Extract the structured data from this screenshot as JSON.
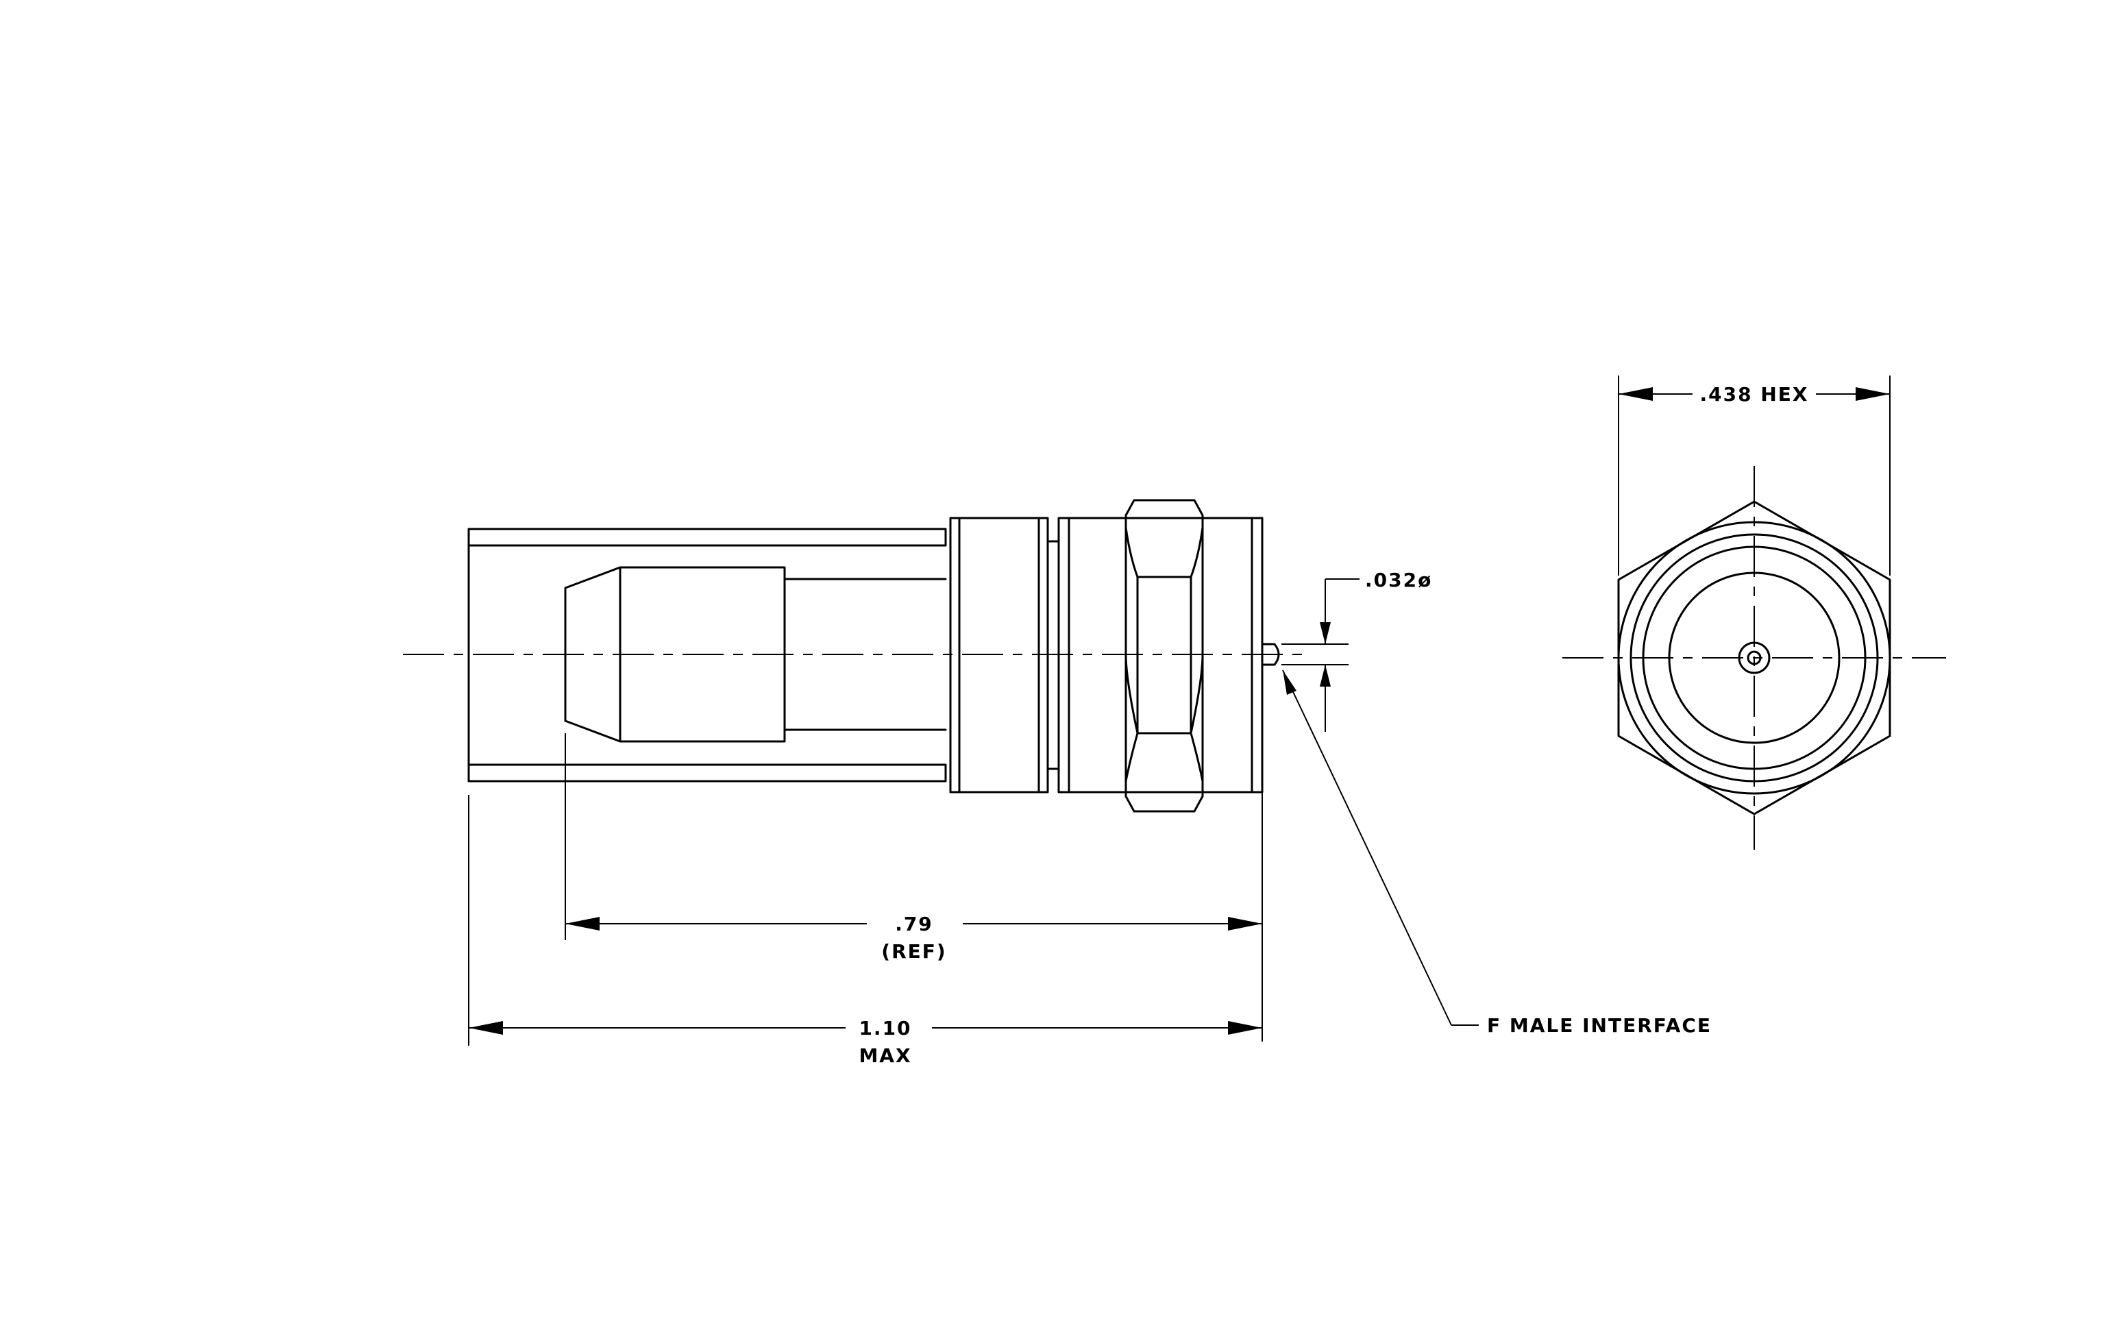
{
  "dimensions": {
    "length_max_value": "1.10",
    "length_max_note": "MAX",
    "length_ref_value": ".79",
    "length_ref_note": "(REF)",
    "pin_diameter": ".032ø",
    "hex_size": ".438 HEX"
  },
  "callouts": {
    "interface": "F MALE INTERFACE"
  },
  "colors": {
    "line": "#000000",
    "background": "#ffffff"
  }
}
